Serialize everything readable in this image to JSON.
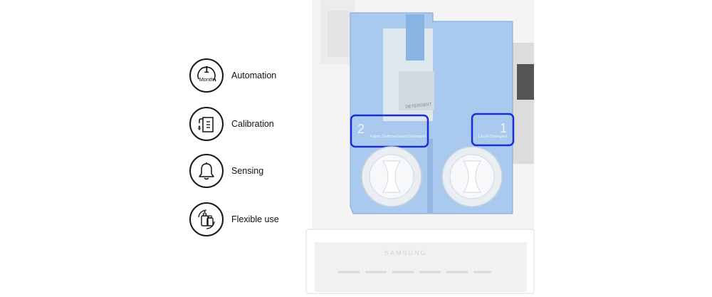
{
  "features": [
    {
      "icon": "calendar-month-icon",
      "label": "Automation",
      "badge_number": "1",
      "badge_unit": "Month"
    },
    {
      "icon": "measuring-cup-icon",
      "label": "Calibration"
    },
    {
      "icon": "bell-icon",
      "label": "Sensing"
    },
    {
      "icon": "detergent-bottles-icon",
      "label": "Flexible use"
    }
  ],
  "dispenser": {
    "brand": "SAMSUNG",
    "compartment_left": {
      "number": "2",
      "text_a": "Fabric Softener",
      "text_b": "Liquid Detergent"
    },
    "compartment_right": {
      "number": "1",
      "text_a": "Liquid Detergent"
    },
    "tray_label": "DETERGENT",
    "colors": {
      "tray_blue": "#a9c9ee",
      "highlight_blue": "#1a2fd6",
      "housing": "#f3f3f3"
    }
  }
}
